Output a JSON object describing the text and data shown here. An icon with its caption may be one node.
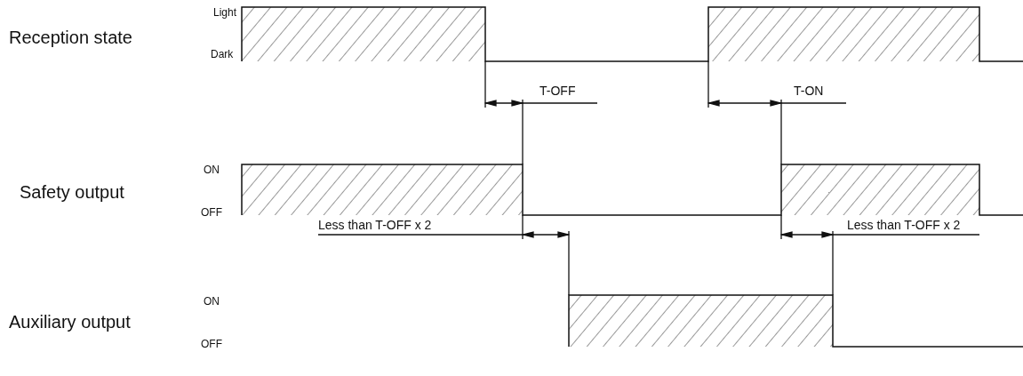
{
  "diagram": {
    "labels": [
      "Light",
      "Reception state",
      "Dark",
      "T-OFF",
      "T-ON",
      "ON",
      "Safety output",
      "OFF",
      "Less than T-OFF x 2",
      "Less than T-OFF x 2",
      "ON",
      "Auxiliary output",
      "OFF"
    ]
  }
}
